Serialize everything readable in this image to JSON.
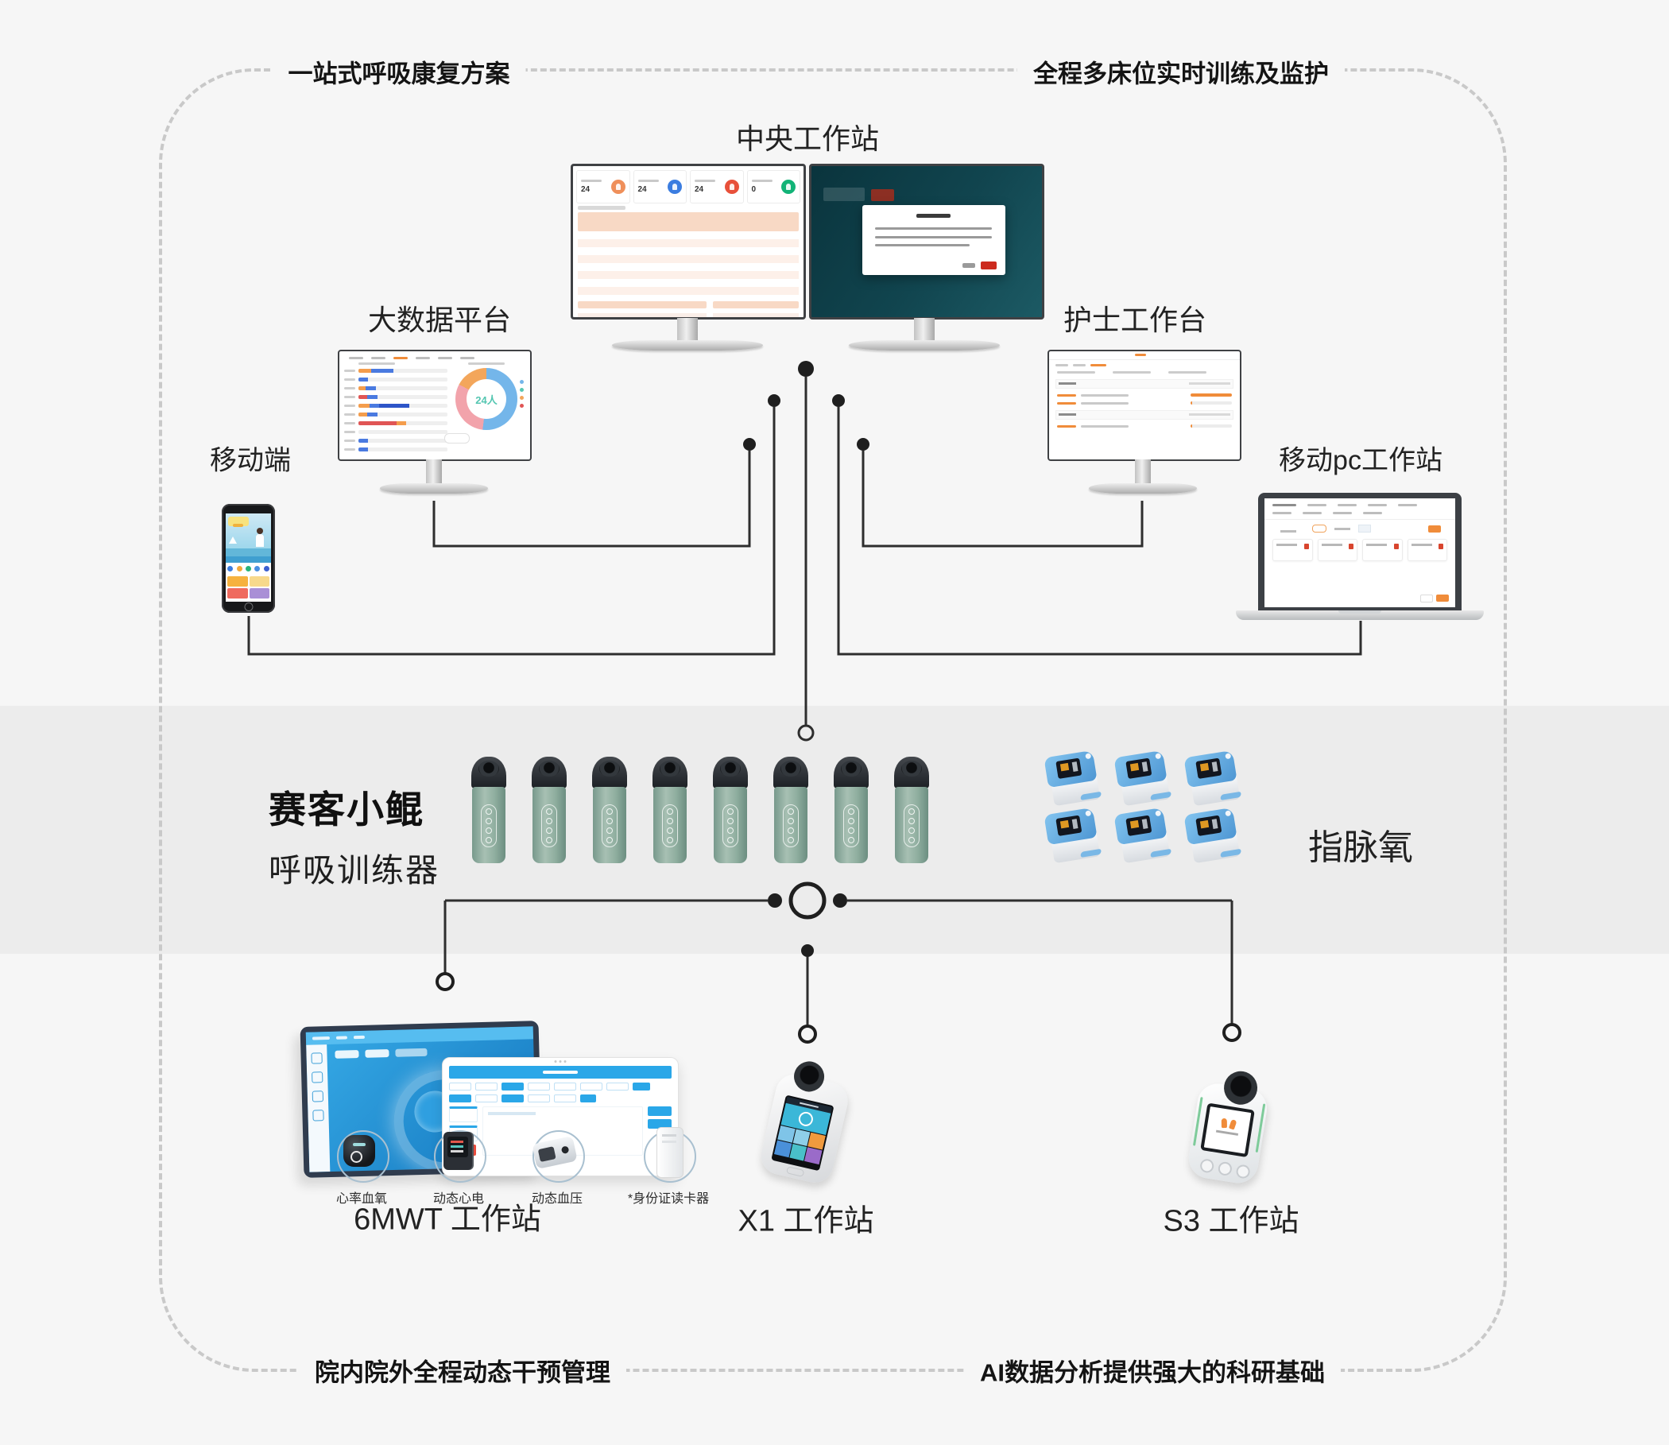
{
  "frame": {
    "top_left": "一站式呼吸康复方案",
    "top_right": "全程多床位实时训练及监护",
    "bottom_left": "院内院外全程动态干预管理",
    "bottom_right": "AI数据分析提供强大的科研基础"
  },
  "labels": {
    "central": "中央工作站",
    "bigdata": "大数据平台",
    "nurse": "护士工作台",
    "mobile": "移动端",
    "mobile_pc": "移动pc工作站",
    "trainer_brand": "赛客小鲲",
    "trainer_name": "呼吸训练器",
    "oximeter": "指脉氧",
    "mwt": "6MWT 工作站",
    "x1": "X1 工作站",
    "s3": "S3 工作站"
  },
  "central_dashboard": {
    "stats": [
      {
        "value": "24",
        "color": "#ef8f5a"
      },
      {
        "value": "24",
        "color": "#3b7de0"
      },
      {
        "value": "24",
        "color": "#e8503a"
      },
      {
        "value": "0",
        "color": "#12b377"
      }
    ]
  },
  "bigdata": {
    "donut_center": "24人",
    "donut_segments": [
      {
        "color": "#74b6ea",
        "deg": 187
      },
      {
        "color": "#f2a3ab",
        "deg": 111
      },
      {
        "color": "#f3a65b",
        "deg": 62
      }
    ],
    "legend_colors": [
      "#74b6ea",
      "#57c7b2",
      "#f3a65b",
      "#e05555"
    ],
    "bar_colors": {
      "blue": "#4a7ae0",
      "navy": "#2d55c8",
      "orange": "#f49d4c",
      "red": "#e05555"
    },
    "bars": [
      [
        [
          "orange",
          16
        ],
        [
          "blue",
          28
        ]
      ],
      [
        [
          "blue",
          12
        ]
      ],
      [
        [
          "orange",
          9
        ],
        [
          "blue",
          13
        ]
      ],
      [
        [
          "red",
          11
        ],
        [
          "blue",
          13
        ]
      ],
      [
        [
          "orange",
          14
        ],
        [
          "blue",
          12
        ],
        [
          "navy",
          38
        ]
      ],
      [
        [
          "orange",
          11
        ],
        [
          "blue",
          13
        ]
      ],
      [
        [
          "red",
          48
        ],
        [
          "orange",
          12
        ]
      ],
      [],
      [
        [
          "blue",
          12
        ]
      ],
      [
        [
          "blue",
          12
        ]
      ]
    ]
  },
  "mwt_accessories": [
    "心率血氧",
    "动态心电",
    "动态血压",
    "*身份证读卡器"
  ],
  "counts": {
    "trainers": 8,
    "oximeters": 6
  },
  "phone_app": {
    "icon_colors": [
      "#3b7de0",
      "#f2a93b",
      "#27b37a",
      "#4a90e2",
      "#3b5fd0"
    ],
    "tile_colors": [
      "#f6b23f",
      "#f7d98c",
      "#ef6a5e",
      "#a98fd6"
    ]
  },
  "x1_tiles": [
    "#7fc4e8",
    "#8ecfe8",
    "#f09a3e",
    "#4a90d9",
    "#49c0c9",
    "#9a6bc9"
  ],
  "colors": {
    "background": "#f6f6f6",
    "band": "#ececec",
    "wire": "#2e2e2e",
    "dashed_border": "#c9c9c9",
    "trainer_green": "#8fae9f",
    "oximeter_blue": "#5aa7e0",
    "accent_orange": "#f08c3a",
    "dialog_ok_red": "#cc2a1e",
    "teal_screen": "#11454f"
  }
}
